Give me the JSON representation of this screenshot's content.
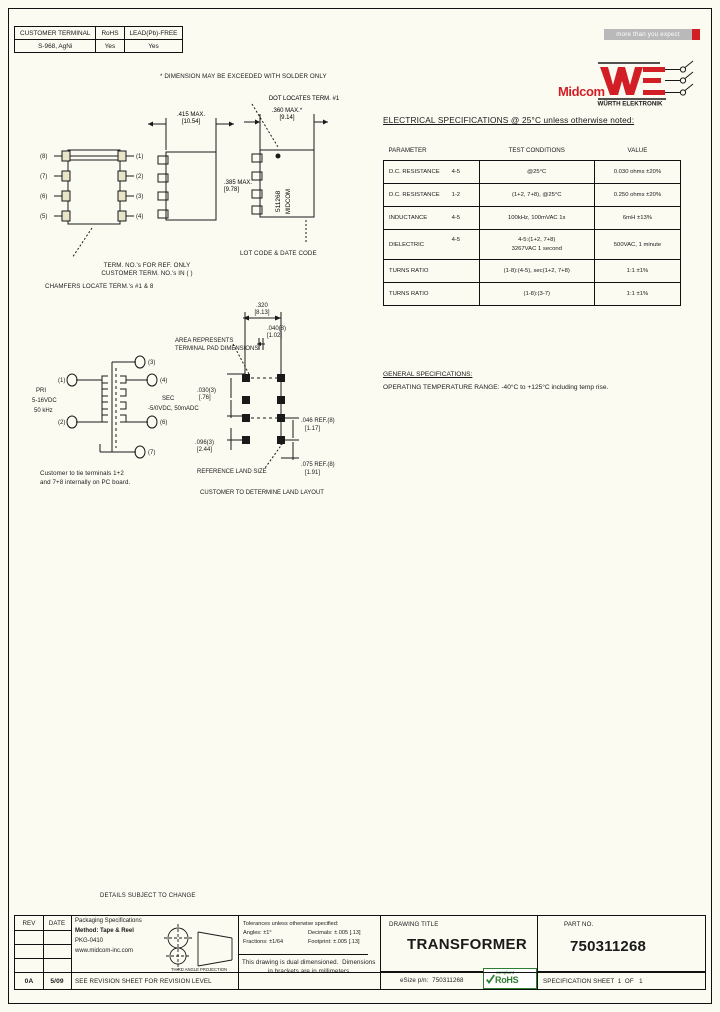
{
  "document": {
    "background_color": "#fbfbf2",
    "sheet_note": "SPECIFICATION SHEET 1 OF 1"
  },
  "rohs_table": {
    "headers": [
      "CUSTOMER TERMINAL",
      "RoHS",
      "LEAD(Pb)-FREE"
    ],
    "rows": [
      {
        "terminal": "S-968, AgNi",
        "rohs": "Yes",
        "pbfree": "Yes"
      }
    ]
  },
  "brand": {
    "tagline": "more than you expect",
    "midcom": "Midcom",
    "we_mark": "WE",
    "we_name": "WÜRTH ELEKTRONIK",
    "accent_red": "#d21f26",
    "tagline_bg": "#b9b9b9"
  },
  "electrical": {
    "title": "ELECTRICAL  SPECIFICATIONS @ 25°C unless otherwise noted:",
    "columns": [
      "PARAMETER",
      "TEST CONDITIONS",
      "VALUE"
    ],
    "rows": [
      {
        "parameter": "D.C. RESISTANCE",
        "pins": "4-5",
        "conditions": "@25°C",
        "value": "0.030 ohms ±20%"
      },
      {
        "parameter": "D.C. RESISTANCE",
        "pins": "1-2",
        "conditions": "(1+2, 7+8), @25°C",
        "value": "0.250 ohms ±20%"
      },
      {
        "parameter": "INDUCTANCE",
        "pins": "4-5",
        "conditions": "100kHz, 100mVAC 1s",
        "value": "6mH ±13%"
      },
      {
        "parameter": "DIELECTRIC",
        "pins": "4-5",
        "conditions_line1": "4-5:(1+2, 7+8)",
        "conditions_line2": "3267VAC 1 second",
        "value": "500VAC, 1 minute"
      },
      {
        "parameter": "TURNS RATIO",
        "pins": "",
        "conditions": "(1-8):(4-5), sec(1+2, 7+8)",
        "value": "1:1 ±1%"
      },
      {
        "parameter": "TURNS RATIO",
        "pins": "",
        "conditions": "(1-8):(3-7)",
        "value": "1:1 ±1%"
      }
    ]
  },
  "general": {
    "title": "GENERAL SPECIFICATIONS:",
    "body": "OPERATING TEMPERATURE RANGE: -40°C to +125°C including temp rise."
  },
  "mechanical": {
    "footnote_top": "* DIMENSION MAY BE EXCEEDED WITH SOLDER ONLY",
    "dot_note": "DOT LOCATES TERM. #1",
    "dim_width": {
      "value": ".415 MAX.",
      "metric": "[10.54]"
    },
    "dim_depth": {
      "value": ".360 MAX.*",
      "metric": "[9.14]"
    },
    "dim_height": {
      "value": ".385 MAX.",
      "metric": "[9.78]"
    },
    "body_marking_part": "511268",
    "body_marking_brand": "MIDCOM",
    "lot_note": "LOT CODE & DATE CODE",
    "term_note_line1": "TERM. NO.'s FOR REF. ONLY",
    "term_note_line2": "CUSTOMER TERM. NO.'s IN ( )",
    "chamfer_note": "CHAMFERS LOCATE TERM.'s #1 & 8",
    "left_pins": [
      "(8)",
      "(7)",
      "(6)",
      "(5)"
    ],
    "right_pins": [
      "(1)",
      "(2)",
      "(3)",
      "(4)"
    ]
  },
  "schematic": {
    "heading": "TERMINAL PAD",
    "pri_label_line1": "PRI",
    "pri_label_line2": "5-16VDC",
    "pri_label_line3": "50 kHz",
    "sec_label_line1": "SEC",
    "sec_label_line2": "-5/0VDC, 50mADC",
    "pins_left": [
      "(1)",
      "(2)"
    ],
    "pins_right_top": "(3)",
    "pins_right": [
      "(4)",
      "(6)"
    ],
    "pins_right_bottom": "(7)",
    "note_line1": "Customer to tie terminals 1+2",
    "note_line2": "and 7+8 internally on PC board."
  },
  "land_pattern": {
    "title_note": "AREA REPRESENTS\nTERMINAL PAD DIMENSIONS",
    "pitch": {
      "value": ".320",
      "metric": "[8.13]"
    },
    "pad_w": {
      "value": ".040(8)",
      "metric": "[1.02]"
    },
    "pad_gap": {
      "value": ".030(3)",
      "metric": "[.76]"
    },
    "row_pitch": {
      "value": ".096(3)",
      "metric": "[2.44]"
    },
    "ref_a": {
      "value": ".046 REF.(8)",
      "metric": "[1.17]"
    },
    "ref_b": {
      "value": ".075 REF.(8)",
      "metric": "[1.91]"
    },
    "ref_land": "REFERENCE LAND SIZE",
    "footer": "CUSTOMER TO DETERMINE LAND LAYOUT"
  },
  "title_block": {
    "rev_header": "REV",
    "date_header": "DATE",
    "rev_value": "0A",
    "date_value": "5/09",
    "rev_desc": "SEE REVISION SHEET FOR REVISION LEVEL",
    "subject_note": "DETAILS SUBJECT TO CHANGE",
    "packaging_title": "Packaging Specifications",
    "packaging_method": "Method:  Tape & Reel",
    "packaging_code": "PKG-0410",
    "packaging_site": "www.midcom-inc.com",
    "projection_label": "THIRD ANGLE PROJECTION",
    "tolerance_title": "Tolerances unless otherwise specified:",
    "tol_angles": "Angles: ±1°",
    "tol_decimals": "Decimals: ±.005 [.13]",
    "tol_fractions": "Fractions: ±1/64",
    "tol_footprint": "Footprint: ±.005 [.13]",
    "dual_dim_line1": "This drawing is dual dimensioned.  Dimensions",
    "dual_dim_line2": "in brackets are in millimeters.",
    "drawing_title_label": "DRAWING TITLE",
    "drawing_title": "TRANSFORMER",
    "esize_label": "eSize p/n:  750311268",
    "part_no_label": "PART NO.",
    "part_no": "750311268",
    "rohs_logo_top": "compliant",
    "rohs_logo_main": "RoHS",
    "sheet": "SPECIFICATION SHEET  1  OF   1"
  }
}
